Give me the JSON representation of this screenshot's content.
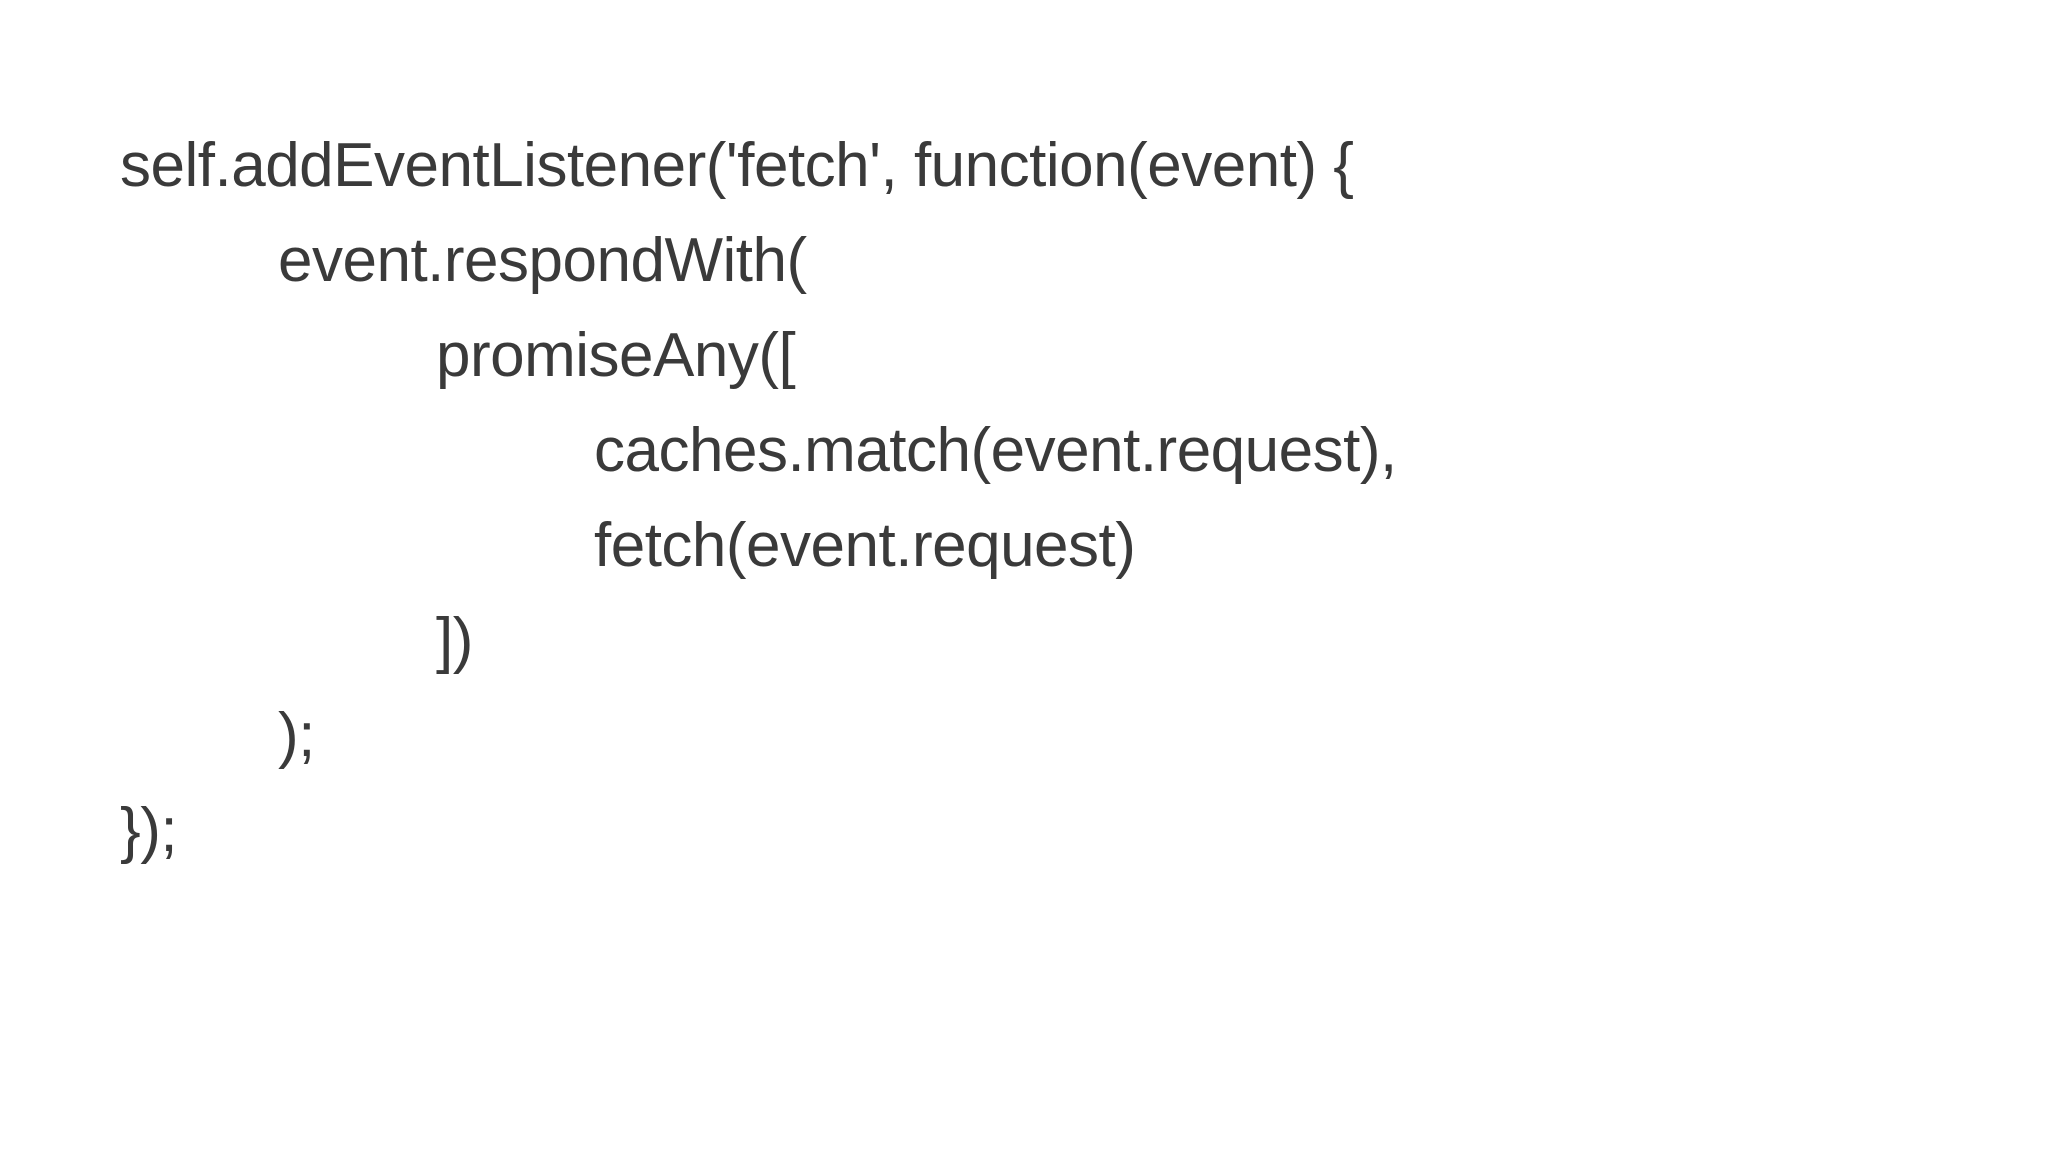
{
  "page": {
    "background_color": "#ffffff",
    "text_color": "#3a3a3a"
  },
  "code": {
    "language": "javascript",
    "lines": [
      "self.addEventListener('fetch', function(event) {",
      "\tevent.respondWith(",
      "\t\tpromiseAny([",
      "\t\t\tcaches.match(event.request),",
      "\t\t\tfetch(event.request)",
      "\t\t])",
      "\t);",
      "});"
    ]
  }
}
